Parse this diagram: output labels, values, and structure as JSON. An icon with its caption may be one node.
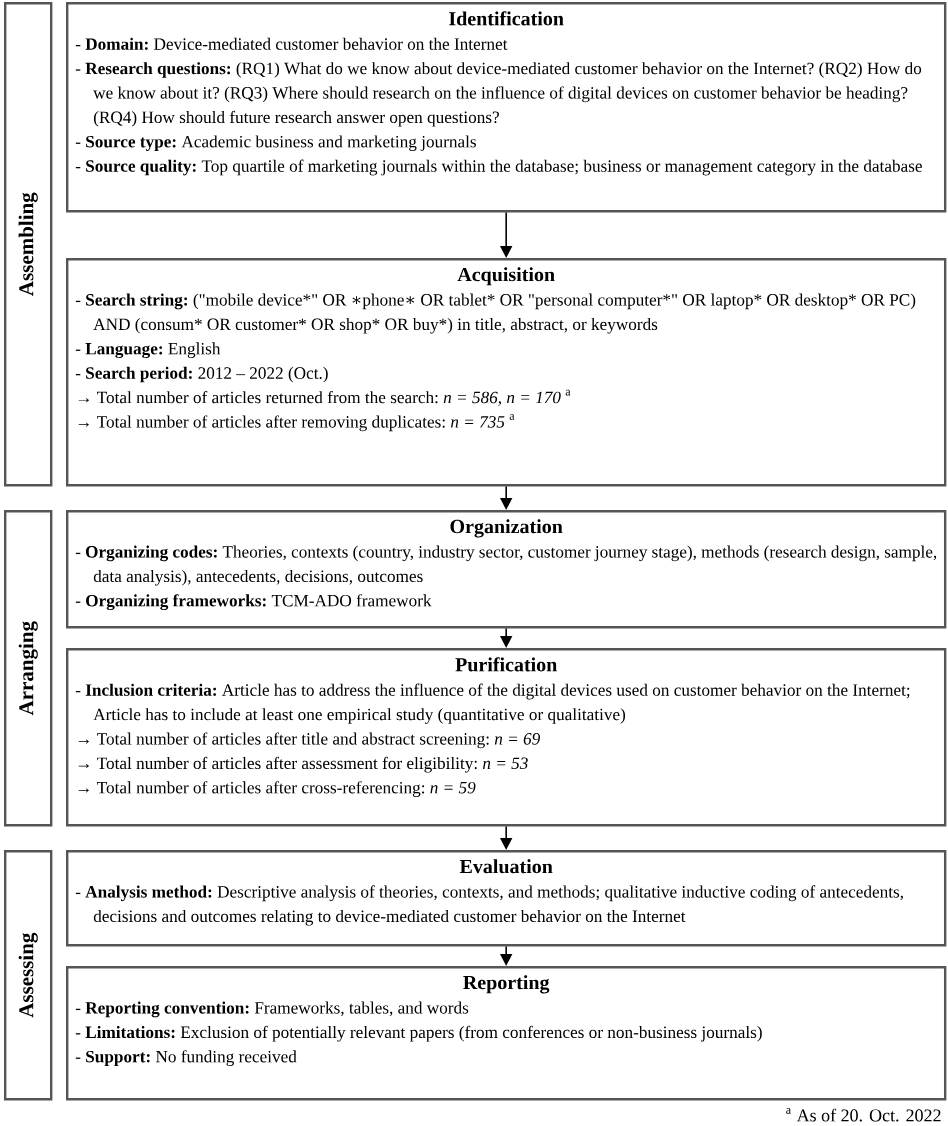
{
  "diagram": {
    "nodes": [
      {
        "text": [
          "Assembling"
        ]
      },
      {
        "text": [
          "Identification",
          "- **Domain:** Device-mediated customer behavior on the Internet",
          "- **Research questions:** (RQ1) What do we know about device-mediated customer behavior on the Internet? (RQ2) How do we know about it? (RQ3) Where should research on the influence of digital devices on customer behavior be heading? (RQ4) How should future research answer open questions?",
          "- **Source type:** Academic business and marketing journals",
          "- **Source quality:** Top quartile of marketing journals within the database; business or management category in the database"
        ]
      },
      {
        "text": [
          "Acquisition",
          "- **Search string:** (\"mobile device*\" OR ∗phone∗ OR tablet* OR \"personal computer*\" OR laptop* OR desktop* OR PC) AND (consum* OR customer* OR shop* OR buy*) in title, abstract, or keywords",
          "- **Language:** English",
          "- **Search period:** 2012 – 2022 (Oct.)",
          "→ Total number of articles returned from the search: *n = 586*, *n = 170* $^{a}$",
          "→ Total number of articles after removing duplicates: *n = 735* $^{a}$"
        ]
      },
      {
        "text": [
          "Arranging"
        ]
      },
      {
        "text": [
          "Organization",
          "- **Organizing codes:** Theories, contexts (country, industry sector, customer journey stage), methods (research design, sample, data analysis), antecedents, decisions, outcomes",
          "- **Organizing frameworks:** TCM-ADO framework"
        ]
      },
      {
        "text": [
          "Purification",
          "- **Inclusion criteria:** Article has to address the influence of the digital devices used on customer behavior on the Internet; Article has to include at least one empirical study (quantitative or qualitative)",
          "→ Total number of articles after title and abstract screening: *n = 69*",
          "→ Total number of articles after assessment for eligibility: *n = 53*",
          "→ Total number of articles after cross-referencing: *n = 59*"
        ]
      },
      {
        "text": [
          "Assessing"
        ]
      },
      {
        "text": [
          "Evaluation",
          "- **Analysis method:** Descriptive analysis of theories, contexts, and methods; qualitative inductive coding of antecedents, decisions and outcomes relating to device-mediated customer behavior on the Internet"
        ]
      },
      {
        "text": [
          "Reporting",
          "- **Reporting convention:** Frameworks, tables, and words",
          "- **Limitations:** Exclusion of potentially relevant papers (from conferences or non-business journals)",
          "- **Support:** No funding received"
        ]
      }
    ],
    "edges": [
      {
        "from": 1,
        "to": 2,
        "arrow": "to"
      },
      {
        "from": 2,
        "to": 4,
        "arrow": "to"
      },
      {
        "from": 4,
        "to": 5,
        "arrow": "to"
      },
      {
        "from": 5,
        "to": 7,
        "arrow": "to"
      },
      {
        "from": 7,
        "to": 8,
        "arrow": "to"
      }
    ],
    "labels": [
      "$^{a}$ As of 20. Oct. 2022"
    ]
  }
}
